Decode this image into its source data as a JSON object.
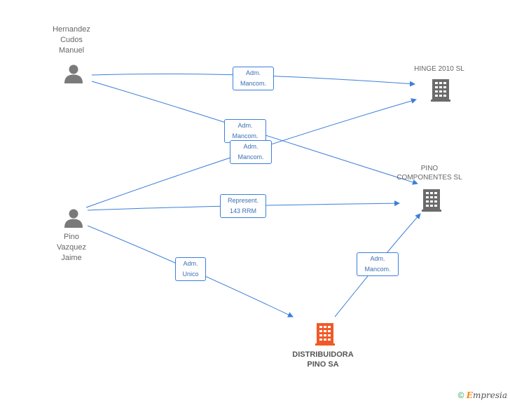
{
  "people": [
    {
      "id": "p1",
      "name": "Hernandez\nCudos\nManuel"
    },
    {
      "id": "p2",
      "name": "Pino\nVazquez\nJaime"
    }
  ],
  "companies": [
    {
      "id": "c1",
      "name": "HINGE 2010 SL"
    },
    {
      "id": "c2",
      "name": "PINO\nCOMPONENTES SL"
    },
    {
      "id": "c3",
      "name": "DISTRIBUIDORA\nPINO SA"
    }
  ],
  "edges": [
    {
      "from": "p1",
      "to": "c1",
      "label": "Adm.\nMancom."
    },
    {
      "from": "p1",
      "to": "c2",
      "label": "Adm.\nMancom."
    },
    {
      "from": "p2",
      "to": "c1",
      "label": "Adm.\nMancom."
    },
    {
      "from": "p2",
      "to": "c2",
      "label": "Represent.\n143 RRM"
    },
    {
      "from": "p2",
      "to": "c3",
      "label": "Adm.\nUnico"
    },
    {
      "from": "c3",
      "to": "c2",
      "label": "Adm.\nMancom."
    }
  ],
  "colors": {
    "edge": "#3b7fd9",
    "person_icon": "#7a7a7a",
    "company_icon": "#6b6b6b",
    "main_company_icon": "#f05a28"
  },
  "footer": {
    "copyright": "©",
    "brand": "mpresia",
    "brand_initial": "E"
  }
}
